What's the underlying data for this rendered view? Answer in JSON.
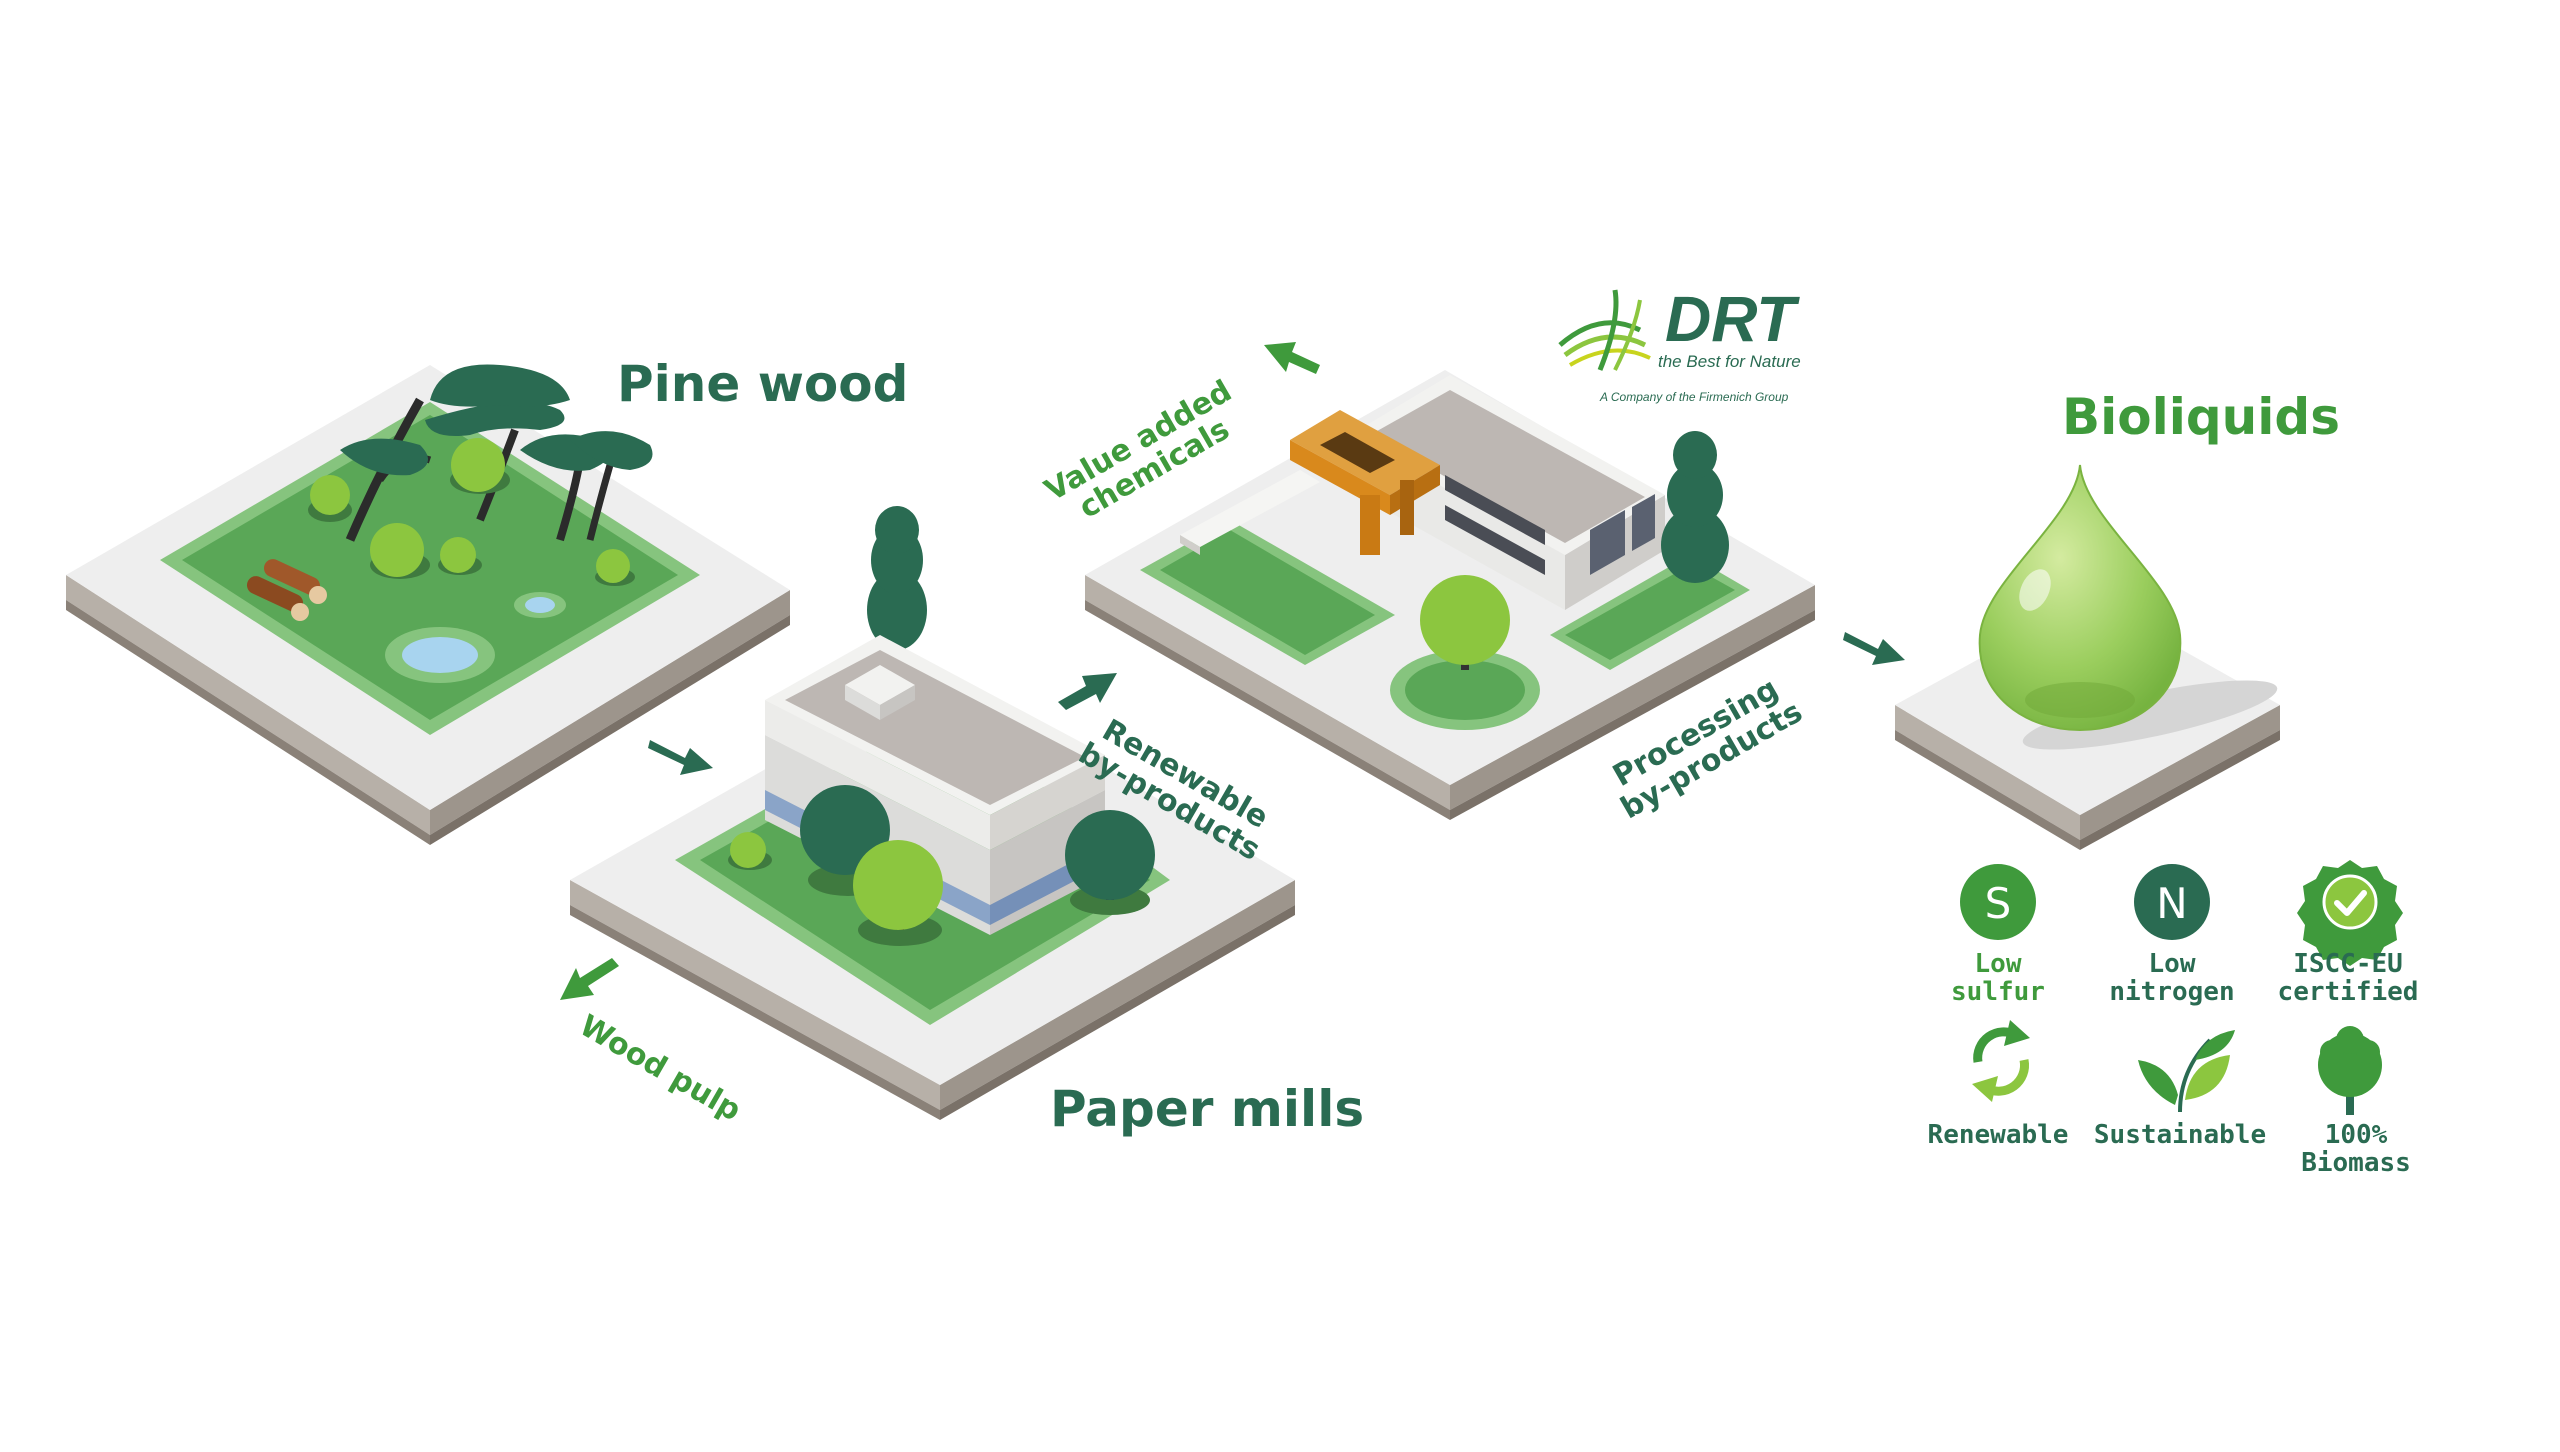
{
  "colors": {
    "dark_green": "#2a6b52",
    "mid_green": "#3f9a3c",
    "light_green": "#8cc63f",
    "lawn": "#5aa757",
    "lawn_light": "#86c47e",
    "tile_top": "#eeeeee",
    "tile_side": "#b7b0a8",
    "tile_base": "#8a8178",
    "building_wall": "#ececea",
    "building_roof": "#bdb7b3",
    "building_stripe": "#8aa4c8",
    "orange": "#d9891c"
  },
  "stages": {
    "pine_wood": "Pine wood",
    "paper_mills": "Paper mills",
    "bioliquids": "Bioliquids"
  },
  "flows": {
    "wood_pulp": "Wood pulp",
    "renewable_byproducts": [
      "Renewable",
      "by-products"
    ],
    "value_added_chemicals": [
      "Value added",
      "chemicals"
    ],
    "processing_byproducts": [
      "Processing",
      "by-products"
    ]
  },
  "logo": {
    "name": "DRT",
    "tagline": "the Best for Nature",
    "group": "A Company of the Firmenich Group"
  },
  "properties": [
    {
      "icon": "sulfur-icon",
      "glyph": "S",
      "label": "Low\nsulfur",
      "color": "#3f9a3c"
    },
    {
      "icon": "nitrogen-icon",
      "glyph": "N",
      "label": "Low\nnitrogen",
      "color": "#2a6b52"
    },
    {
      "icon": "iscc-certified-icon",
      "glyph": "✓",
      "label": "ISCC-EU\ncertified",
      "color": "#2a6b52"
    },
    {
      "icon": "renewable-icon",
      "glyph": "",
      "label": "Renewable",
      "color": "#2a6b52"
    },
    {
      "icon": "leaves-icon",
      "glyph": "",
      "label": "Sustainable",
      "color": "#2a6b52"
    },
    {
      "icon": "tree-icon",
      "glyph": "",
      "label": "100%\nBiomass",
      "color": "#2a6b52"
    }
  ]
}
